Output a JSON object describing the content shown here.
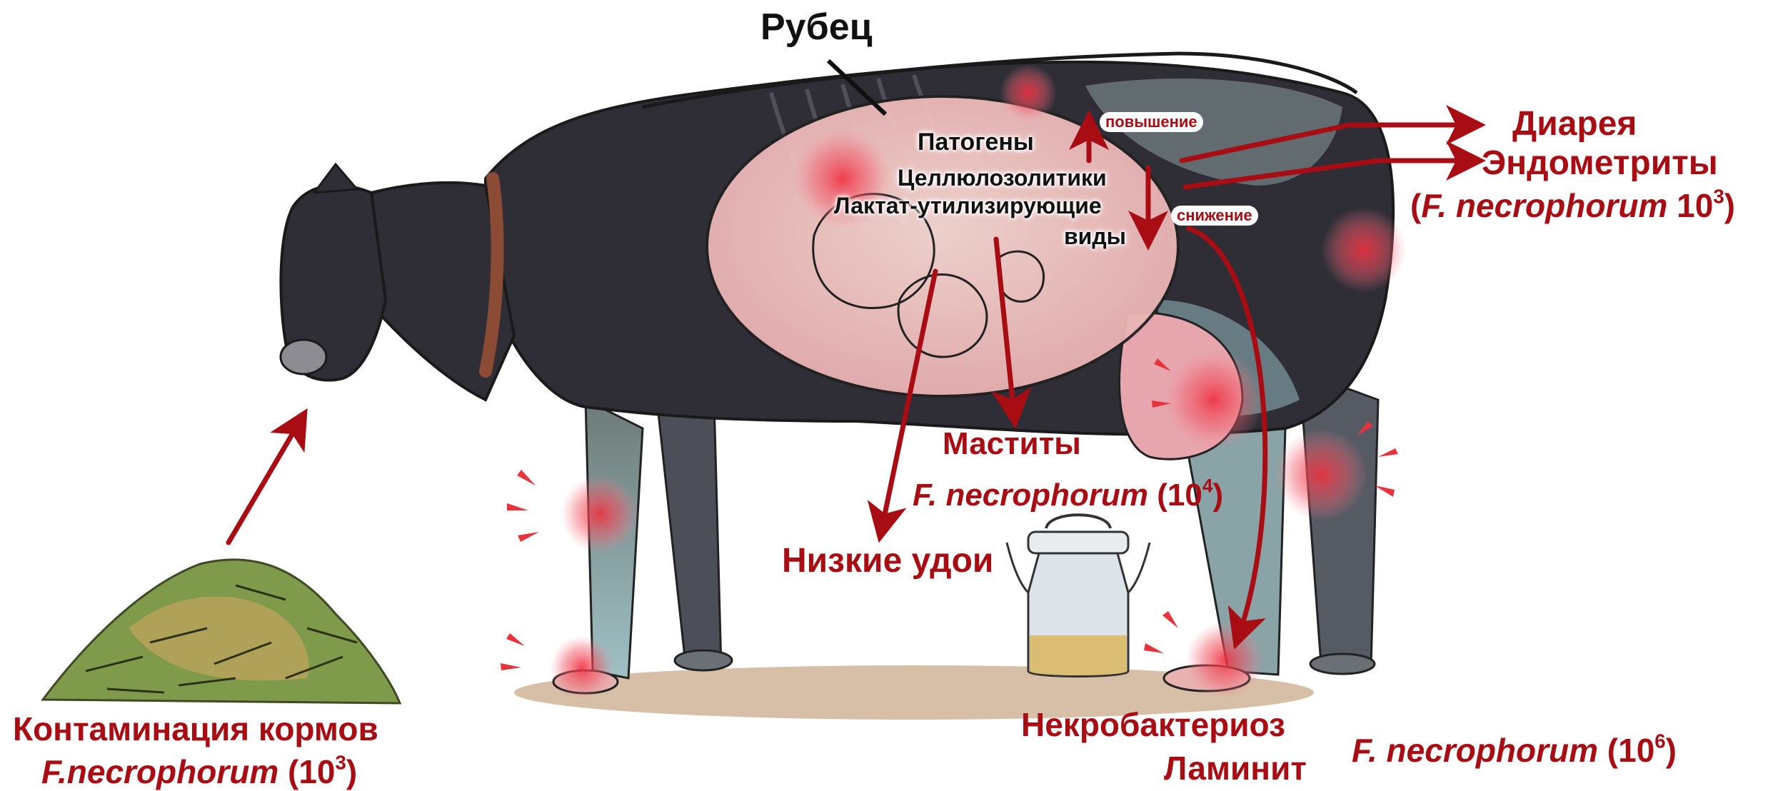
{
  "rumen": {
    "title": "Рубец"
  },
  "rumen_contents": {
    "pathogens": "Патогены",
    "cellulolytics": "Целлюлозолитики",
    "lactate_line1": "Лактат-утилизирующие",
    "lactate_line2": "виды",
    "increase": "повышение",
    "decrease": "снижение"
  },
  "outcomes": {
    "diarrhea": "Диарея",
    "endometritis": "Эндометриты",
    "endometritis_count": {
      "open": "(",
      "species": "F. necrophorum",
      "base": " 10",
      "exp": "3",
      "close": ")"
    },
    "mastitis": "Маститы",
    "mastitis_count": {
      "species": "F. necrophorum",
      "base": " (10",
      "exp": "4",
      "close": ")"
    },
    "low_milk": "Низкие удои",
    "necrobacteriosis": "Некробактериоз",
    "laminitis": "Ламинит",
    "hoof_count": {
      "species": "F. necrophorum",
      "base": " (10",
      "exp": "6",
      "close": ")"
    }
  },
  "feed": {
    "title": "Контаминация кормов",
    "count": {
      "species": "F.necrophorum",
      "base": " (10",
      "exp": "3",
      "close": ")"
    }
  },
  "colors": {
    "accent_red": "#a80d14",
    "text_black": "#111111",
    "cow_body": "#2f2d36",
    "rumen_pink": "#f2c4c2",
    "inflammation": "#e8333d",
    "hay_green": "#7f9a4a",
    "ground": "#c9a98a"
  },
  "icons": [
    "cow-illustration",
    "rumen-organ",
    "hay-pile",
    "milk-can",
    "inflammation-burst"
  ]
}
